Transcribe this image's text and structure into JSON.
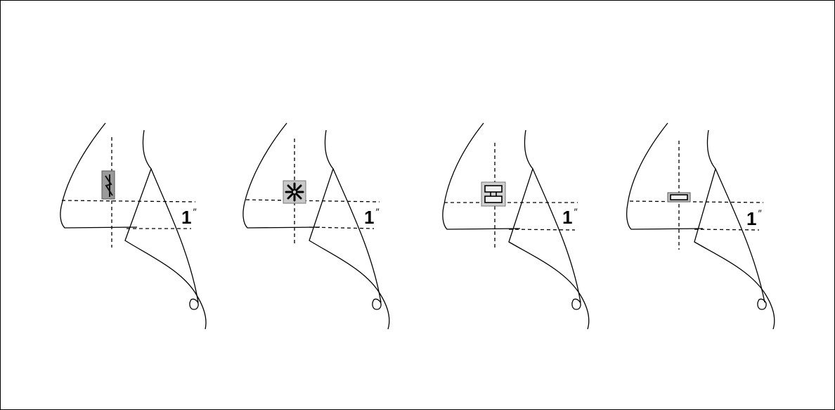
{
  "measurement": {
    "value": "1",
    "unit": "″"
  },
  "panels": [
    {
      "id": "panel-1",
      "marker": "gray-tall-box-icon",
      "marker_fill": "#9a9a9a"
    },
    {
      "id": "panel-2",
      "marker": "snowflake-icon",
      "marker_fill": "#c8c8c8"
    },
    {
      "id": "panel-3",
      "marker": "stacked-rectangles-icon",
      "marker_fill": "#d0d0d0"
    },
    {
      "id": "panel-4",
      "marker": "flat-rectangle-icon",
      "marker_fill": "#c0c0c0"
    }
  ]
}
